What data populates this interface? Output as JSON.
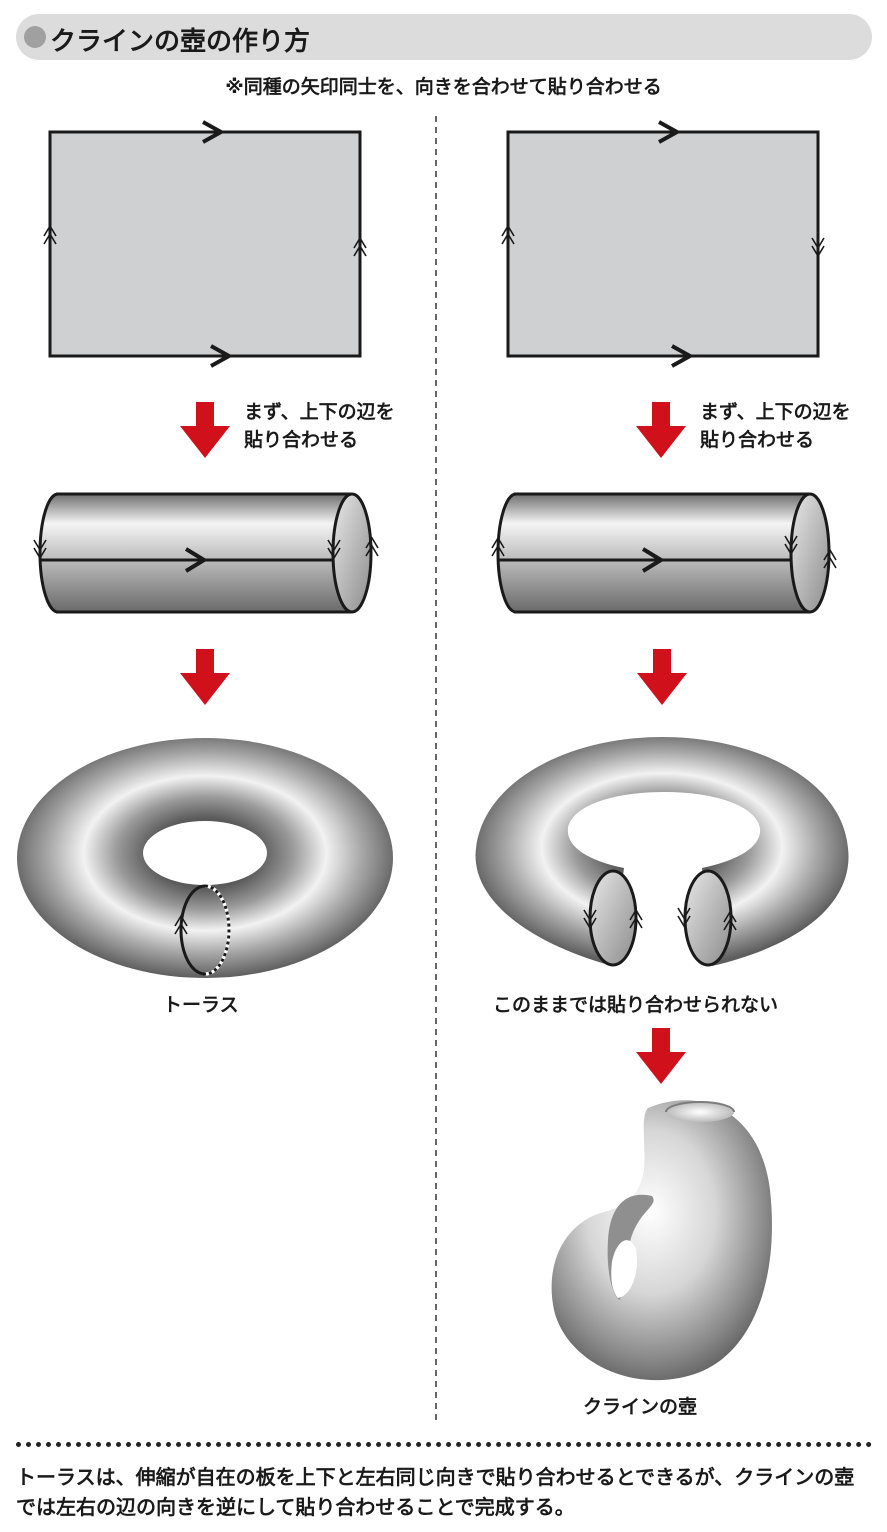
{
  "header": {
    "title": "クラインの壺の作り方"
  },
  "subtitle": "※同種の矢印同士を、向きを合わせて貼り合わせる",
  "left_column": {
    "step1_label_line1": "まず、上下の辺を",
    "step1_label_line2": "貼り合わせる",
    "result_caption": "トーラス"
  },
  "right_column": {
    "step1_label_line1": "まず、上下の辺を",
    "step1_label_line2": "貼り合わせる",
    "intermediate_caption": "このままでは貼り合わせられない",
    "result_caption": "クラインの壺"
  },
  "footer": {
    "text": "トーラスは、伸縮が自在の板を上下と左右同じ向きで貼り合わせるとできるが、クラインの壺では左右の辺の向きを逆にして貼り合わせることで完成する。"
  },
  "colors": {
    "arrow_red": "#d0111b",
    "sheet_gray": "#cfd0d2",
    "header_bg": "#dcdcdc",
    "outline": "#1a1a1a"
  }
}
